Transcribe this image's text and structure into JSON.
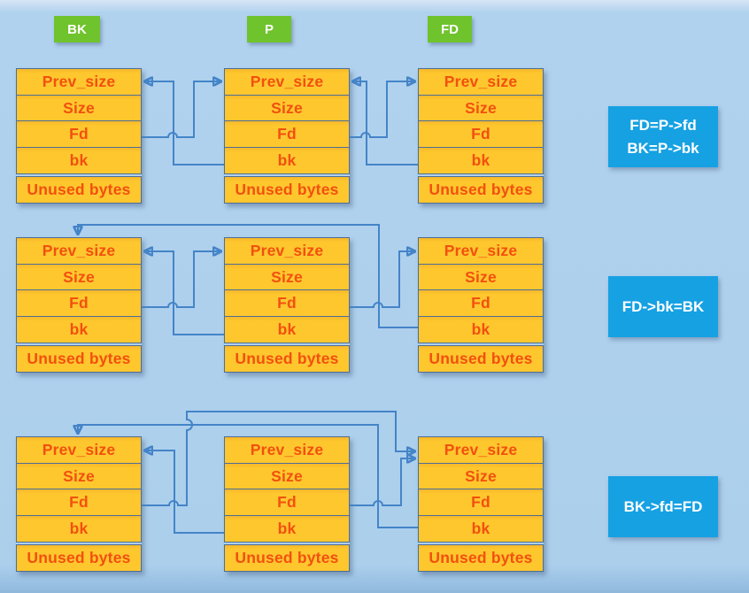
{
  "pointer_labels": [
    "BK",
    "P",
    "FD"
  ],
  "fields": [
    "Prev_size",
    "Size",
    "Fd",
    "bk",
    "Unused bytes"
  ],
  "steps": [
    {
      "caption_lines": [
        "FD=P->fd",
        "BK=P->bk"
      ],
      "connections": [
        "BK.Fd -> P.Prev_size",
        "P.bk -> BK.Prev_size",
        "P.Fd -> FD.Prev_size",
        "FD.bk -> P.Prev_size"
      ]
    },
    {
      "caption_lines": [
        "FD->bk=BK"
      ],
      "connections": [
        "BK.Fd -> P.Prev_size",
        "P.bk -> BK.Prev_size",
        "P.Fd -> FD.Prev_size",
        "FD.bk -> BK.top"
      ]
    },
    {
      "caption_lines": [
        "BK->fd=FD"
      ],
      "connections": [
        "BK.Fd -> FD.Prev_size",
        "P.bk -> BK.Prev_size",
        "P.Fd -> FD.Prev_size",
        "FD.bk -> BK.top"
      ]
    }
  ],
  "colors": {
    "background": "#ACCFEC",
    "cell_fill": "#FFC72E",
    "cell_border": "#4C6E97",
    "cell_text": "#F2500F",
    "label_green": "#6FC32C",
    "caption_blue": "#16A1E3",
    "arrow_blue": "#4484C8",
    "label_text": "#FFFFFF"
  }
}
